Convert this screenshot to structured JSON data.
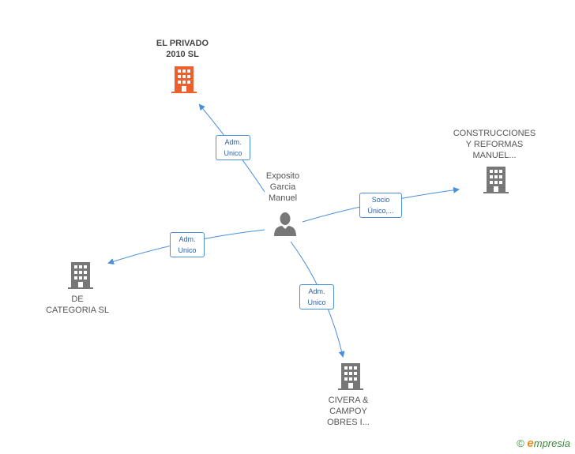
{
  "nodes": {
    "el_privado": {
      "lines": [
        "EL PRIVADO",
        "2010 SL"
      ],
      "color": "#ee5f2e"
    },
    "construcciones": {
      "lines": [
        "CONSTRUCCIONES",
        "Y REFORMAS",
        "MANUEL..."
      ],
      "color": "#777777"
    },
    "de_categoria": {
      "lines": [
        "DE",
        "CATEGORIA SL"
      ],
      "color": "#777777"
    },
    "civera": {
      "lines": [
        "CIVERA &",
        "CAMPOY",
        "OBRES I..."
      ],
      "color": "#777777"
    },
    "person": {
      "lines": [
        "Exposito",
        "Garcia",
        "Manuel"
      ],
      "color": "#777777"
    }
  },
  "edges": {
    "to_el_privado": {
      "lines": [
        "Adm.",
        "Unico"
      ]
    },
    "to_construcciones": {
      "lines": [
        "Socio",
        "Único,..."
      ]
    },
    "to_de_categoria": {
      "lines": [
        "Adm.",
        "Unico"
      ]
    },
    "to_civera": {
      "lines": [
        "Adm.",
        "Unico"
      ]
    }
  },
  "footer": {
    "copyright": "©",
    "brand_initial": "e",
    "brand_rest": "mpresia"
  },
  "colors": {
    "edge": "#4a90d9",
    "highlight": "#ee5f2e",
    "building": "#777777"
  }
}
